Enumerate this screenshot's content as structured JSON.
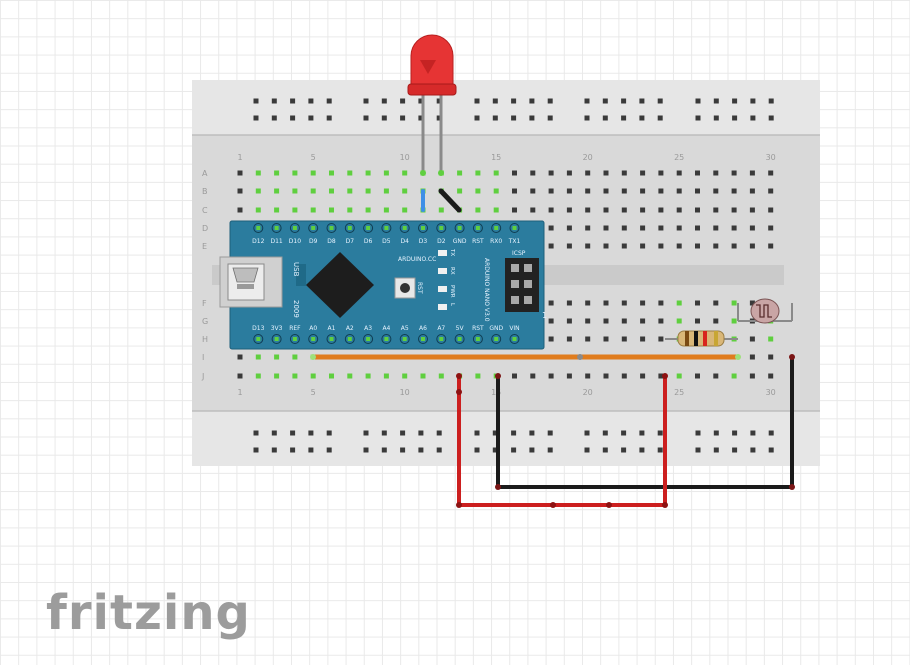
{
  "app": {
    "logo_text": "fritzing"
  },
  "breadboard": {
    "row_labels": [
      "A",
      "B",
      "C",
      "D",
      "E",
      "F",
      "G",
      "H",
      "I",
      "J"
    ],
    "column_numbers": [
      "1",
      "5",
      "10",
      "15",
      "20",
      "25",
      "30"
    ],
    "colors": {
      "board": "#d9d9d9",
      "rail_bg": "#e8e8e8",
      "hole": "#3a3a3a",
      "active_hole": "#5fcf3f"
    }
  },
  "arduino": {
    "top_pins": [
      "D12",
      "D11",
      "D10",
      "D9",
      "D8",
      "D7",
      "D6",
      "D5",
      "D4",
      "D3",
      "D2",
      "GND",
      "RST",
      "RX0",
      "TX1"
    ],
    "bottom_pins": [
      "D13",
      "3V3",
      "REF",
      "A0",
      "A1",
      "A2",
      "A3",
      "A4",
      "A5",
      "A6",
      "A7",
      "5V",
      "RST",
      "GND",
      "VIN"
    ],
    "usb_label": "USB",
    "year_label": "2009",
    "brand_label": "ARDUINO.CC",
    "model_label": "ARDUINO NANO V3.0",
    "icsp_label": "ICSP",
    "rst_label": "RST",
    "led_labels": [
      "TX",
      "RX",
      "PWR",
      "L"
    ],
    "icsp_pin_label": "1",
    "colors": {
      "board": "#2b7c9e",
      "chip": "#1d1d1d",
      "header": "#222222"
    }
  },
  "components": {
    "led": {
      "color": "#e63434",
      "icon": "led-icon"
    },
    "resistor": {
      "icon": "resistor-icon"
    },
    "photoresistor": {
      "icon": "photoresistor-icon"
    }
  },
  "wire_colors": {
    "red": "#cc1f1f",
    "black": "#1b1b1b",
    "orange": "#e07c1d",
    "blue": "#3f8fe6"
  }
}
